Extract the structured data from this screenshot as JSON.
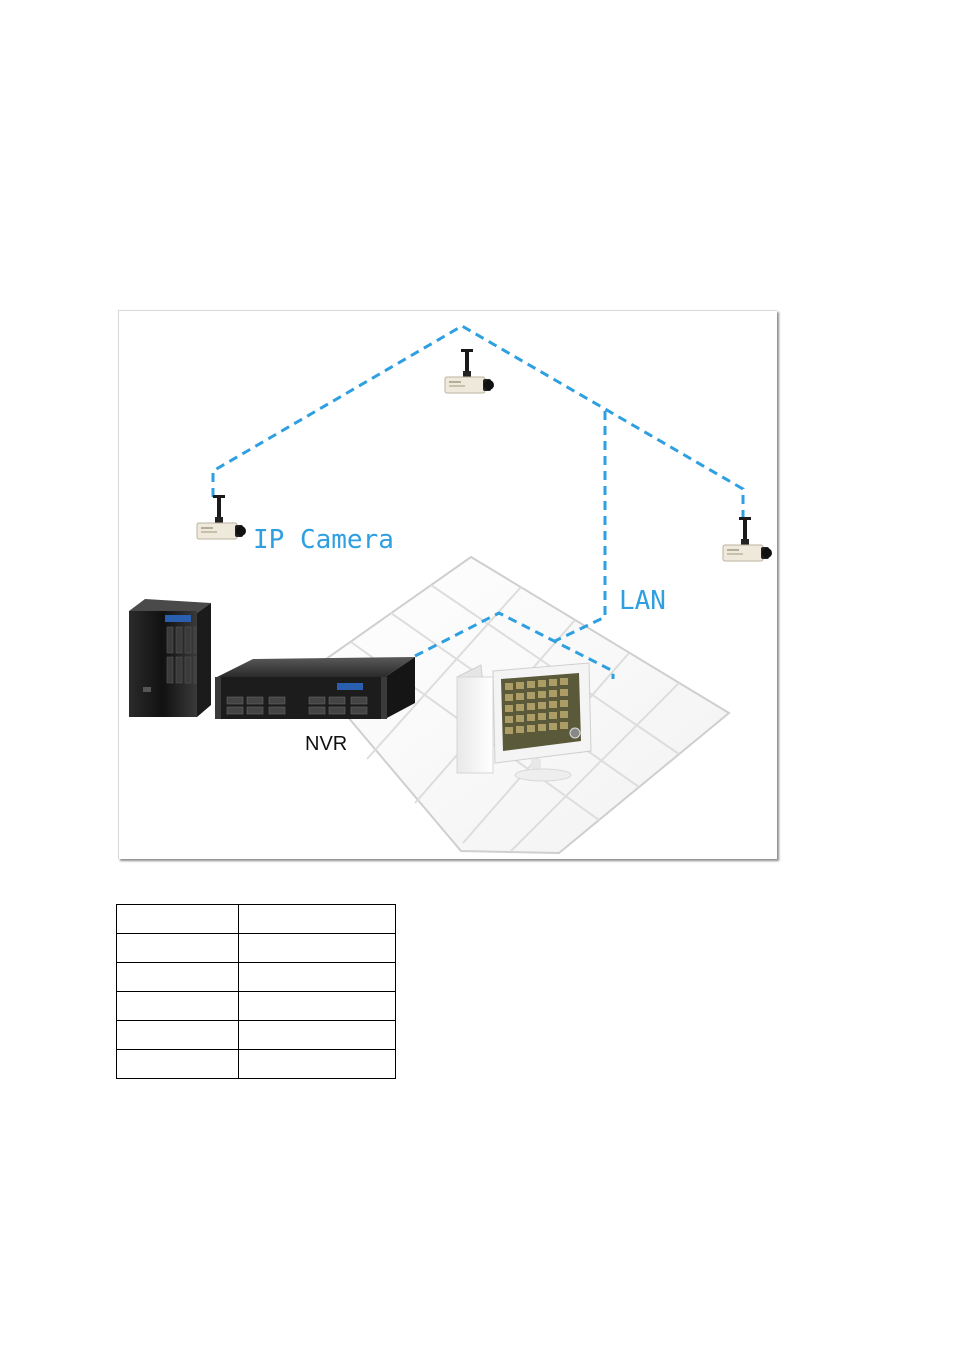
{
  "diagram": {
    "labels": {
      "ip_camera": "IP Camera",
      "lan": "LAN",
      "nvr": "NVR"
    },
    "colors": {
      "network_line": "#2e9fe0",
      "label_blue": "#2e9fe0",
      "floor_grid": "#dcdcdc"
    },
    "icons": [
      "ip-camera-icon",
      "nas-tower-icon",
      "nvr-rack-icon",
      "pc-monitor-icon"
    ]
  },
  "table": {
    "rows": [
      [
        "",
        ""
      ],
      [
        "",
        ""
      ],
      [
        "",
        ""
      ],
      [
        "",
        ""
      ],
      [
        "",
        ""
      ],
      [
        "",
        ""
      ]
    ]
  }
}
